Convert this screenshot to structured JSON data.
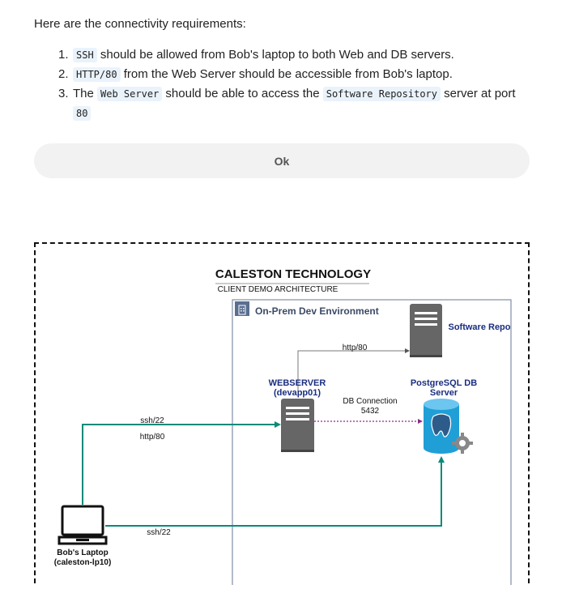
{
  "intro": "Here are the connectivity requirements:",
  "requirements": [
    {
      "num": "1.",
      "parts": [
        {
          "code": true,
          "text": "SSH"
        },
        {
          "code": false,
          "text": " should be allowed from Bob's laptop to both Web and DB servers."
        }
      ]
    },
    {
      "num": "2.",
      "parts": [
        {
          "code": true,
          "text": "HTTP/80"
        },
        {
          "code": false,
          "text": " from the Web Server should be accessible from Bob's laptop."
        }
      ]
    },
    {
      "num": "3.",
      "parts": [
        {
          "code": false,
          "text": "The "
        },
        {
          "code": true,
          "text": "Web Server"
        },
        {
          "code": false,
          "text": " should be able to access the "
        },
        {
          "code": true,
          "text": "Software Repository"
        },
        {
          "code": false,
          "text": " server at port "
        },
        {
          "code": true,
          "text": "80"
        }
      ]
    }
  ],
  "ok_button": "Ok",
  "diagram": {
    "title": "CALESTON TECHNOLOGY",
    "subtitle": "CLIENT  DEMO ARCHITECTURE",
    "env_label": "On-Prem Dev Environment",
    "software_repo": "Software Repo",
    "webserver_line1": "WEBSERVER",
    "webserver_line2": "(devapp01)",
    "db_line1": "PostgreSQL DB",
    "db_line2": "Server",
    "http_repo": "http/80",
    "db_conn_line1": "DB Connection",
    "db_conn_line2": "5432",
    "ssh_web": "ssh/22",
    "http_web": "http/80",
    "ssh_db": "ssh/22",
    "laptop_line1": "Bob's Laptop",
    "laptop_line2": "(caleston-lp10)",
    "colors": {
      "teal": "#0a8a7a",
      "navy": "#1a2e80",
      "env_border": "#7f8ea6",
      "server": "#666666",
      "db": "#1f9fd6",
      "dotted": "#8a2a8a"
    }
  }
}
